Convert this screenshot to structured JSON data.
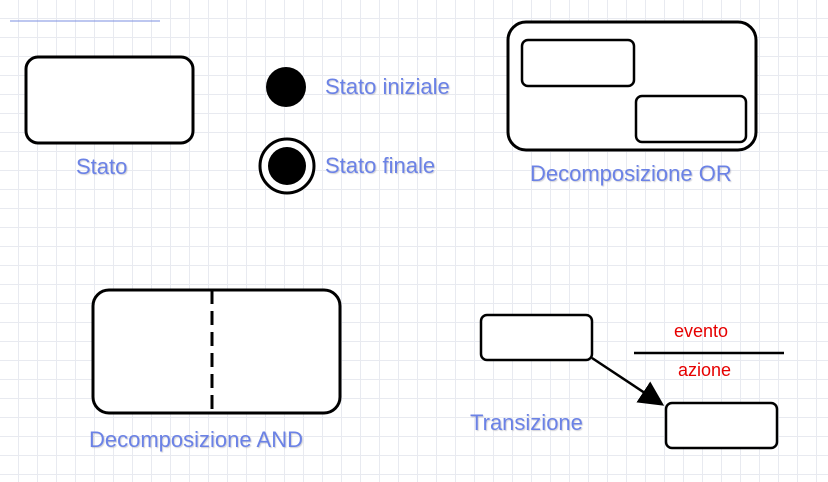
{
  "labels": {
    "stato": "Stato",
    "stato_iniziale": "Stato iniziale",
    "stato_finale": "Stato finale",
    "decomposizione_or": "Decomposizione OR",
    "decomposizione_and": "Decomposizione AND",
    "transizione": "Transizione",
    "evento": "evento",
    "azione": "azione"
  },
  "colors": {
    "label_blue": "#6b82e6",
    "event_red": "#e60000",
    "stroke": "#000000",
    "grid": "#e8eaf0",
    "header_rule": "#7b8fe0"
  }
}
